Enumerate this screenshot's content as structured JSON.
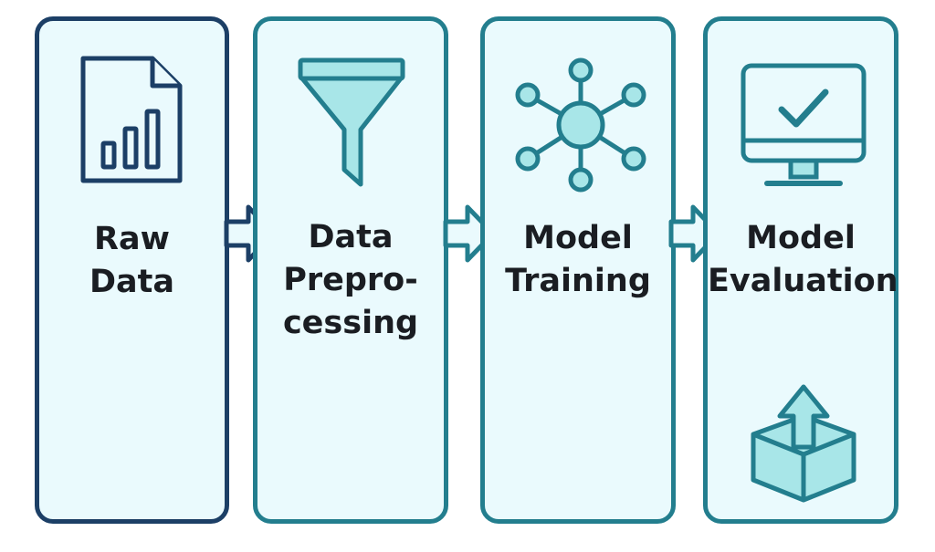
{
  "stages": [
    {
      "label": "Raw\nData",
      "icon": "document-chart-icon"
    },
    {
      "label": "Data\nPrepro-\ncessing",
      "icon": "funnel-icon"
    },
    {
      "label": "Model\nTraining",
      "icon": "network-hub-icon"
    },
    {
      "label": "Model\nEvaluation",
      "icon": "monitor-check-icon",
      "extra_icon": "box-upload-icon"
    }
  ],
  "colors": {
    "navy": "#1c3f66",
    "teal": "#237e8e",
    "panel_fill": "#eafafd",
    "icon_fill": "#a8e6e8",
    "text": "#1a1d22"
  }
}
